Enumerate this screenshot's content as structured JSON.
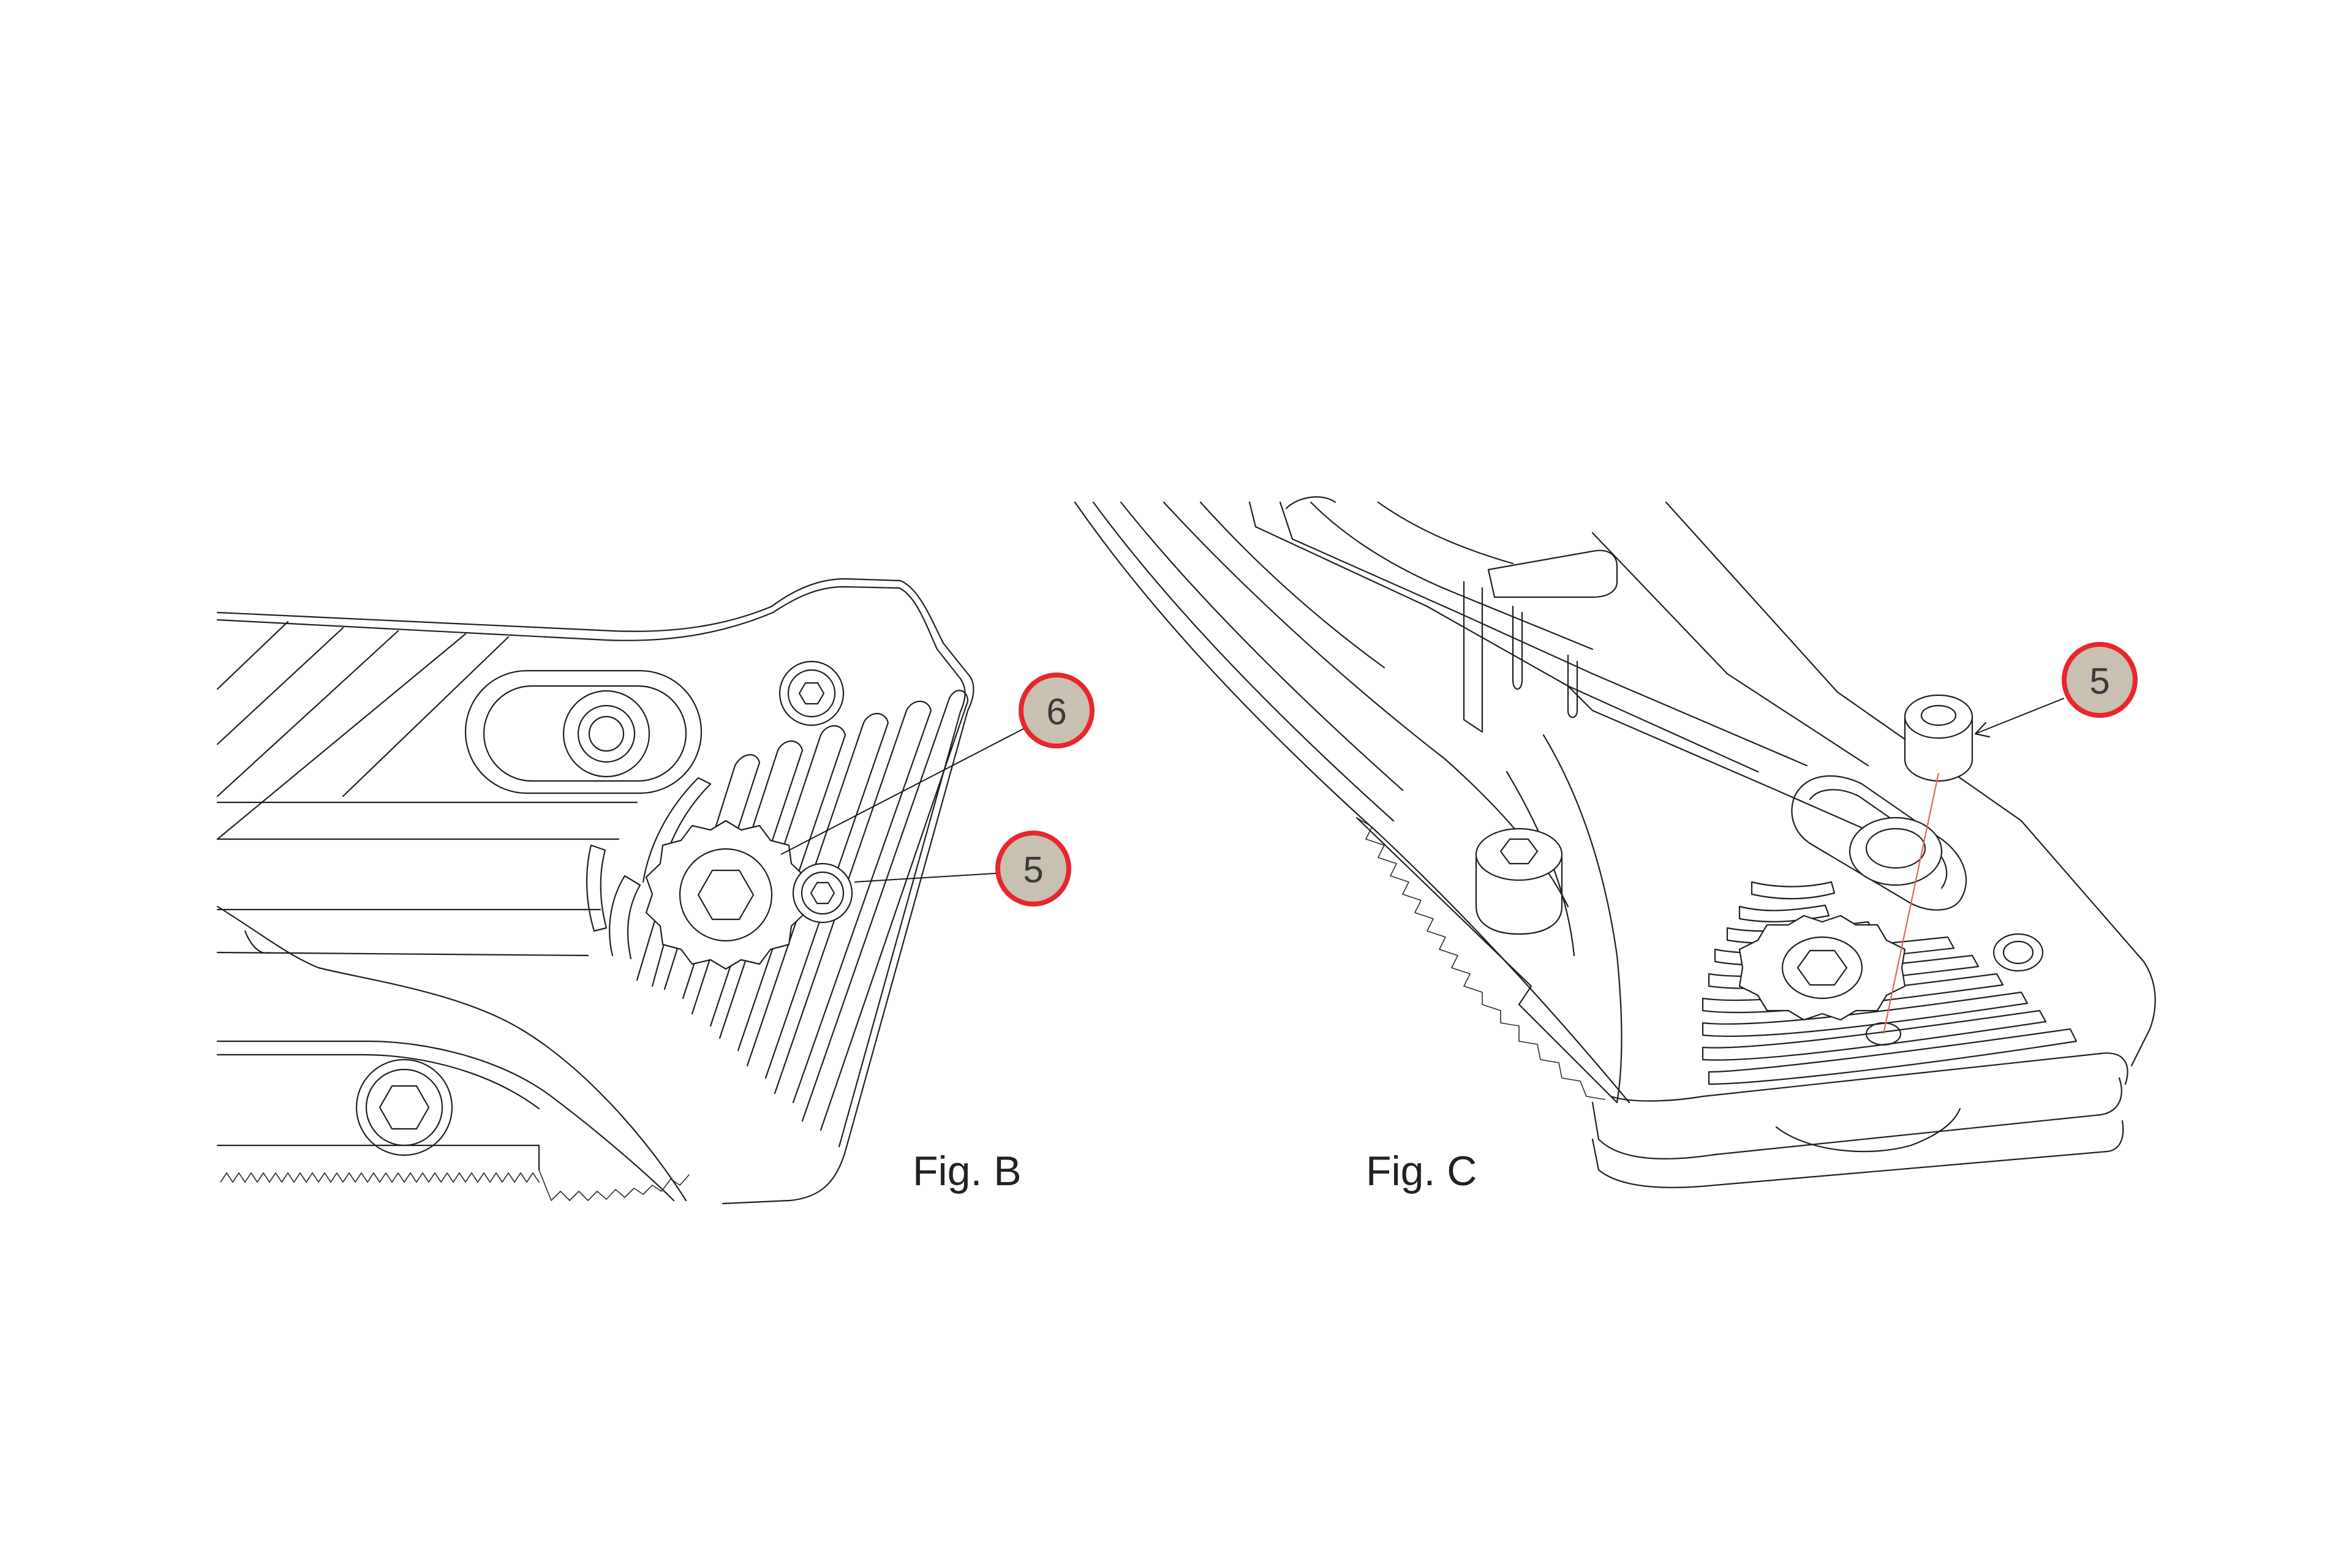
{
  "figures": [
    {
      "label": "Fig. B"
    },
    {
      "label": "Fig. C"
    }
  ],
  "callouts": {
    "fig_b_part_6": "6",
    "fig_b_part_5": "5",
    "fig_c_part_5": "5"
  },
  "colors": {
    "callout_fill": "#c8c0b0",
    "callout_ring": "#e8262c",
    "alignment_line": "#e0665a",
    "line_art": "#1f1f1f"
  }
}
